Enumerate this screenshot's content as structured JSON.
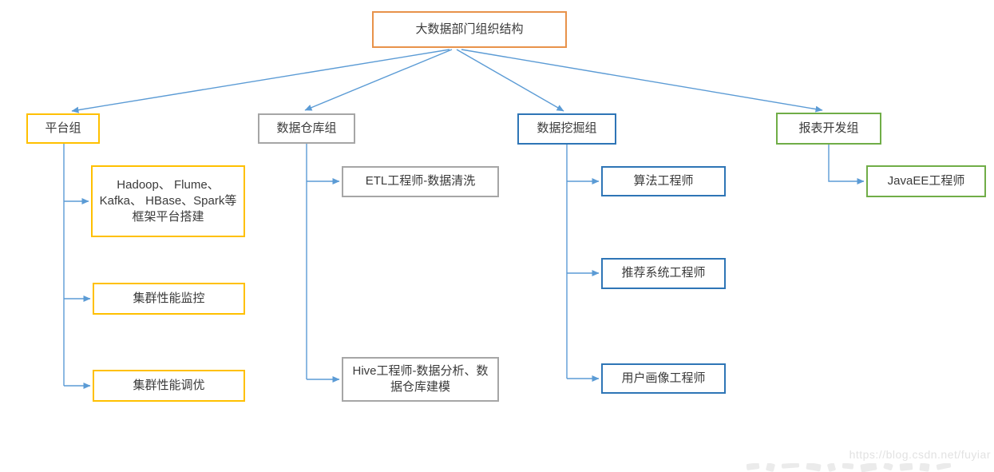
{
  "diagram": {
    "title": "大数据部门组织结构",
    "groups": [
      {
        "label": "平台组",
        "border_color": "#FFC000",
        "children": [
          "Hadoop、 Flume、Kafka、 HBase、Spark等框架平台搭建",
          "集群性能监控",
          "集群性能调优"
        ]
      },
      {
        "label": "数据仓库组",
        "border_color": "#A6A6A6",
        "children": [
          "ETL工程师-数据清洗",
          "Hive工程师-数据分析、数据仓库建模"
        ]
      },
      {
        "label": "数据挖掘组",
        "border_color": "#2E75B6",
        "children": [
          "算法工程师",
          "推荐系统工程师",
          "用户画像工程师"
        ]
      },
      {
        "label": "报表开发组",
        "border_color": "#70AD47",
        "children": [
          "JavaEE工程师"
        ]
      }
    ],
    "colors": {
      "root_border": "#E8924A",
      "connector": "#5B9BD5",
      "box_fill": "#FFFFFF",
      "text": "#3A3A3A"
    }
  },
  "watermark": {
    "text": "https://blog.csdn.net/fuyiar"
  }
}
